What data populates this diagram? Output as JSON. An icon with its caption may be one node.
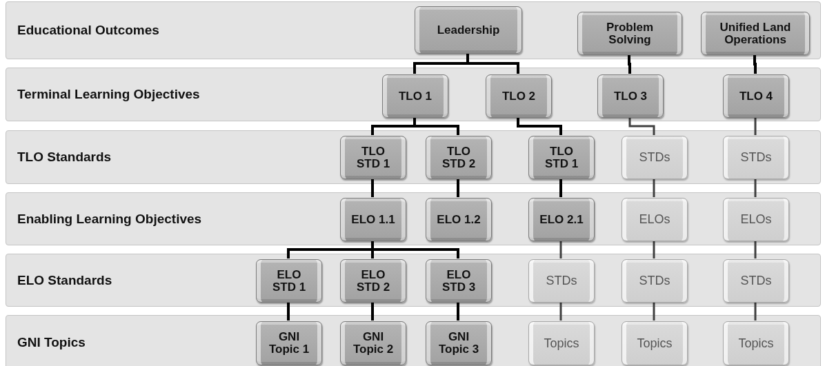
{
  "diagram": {
    "nodes": [
      {
        "text": [
          "Educational Outcomes"
        ]
      },
      {
        "text": [
          "Leadership"
        ],
        "in": 0
      },
      {
        "text": [
          "Problem Solving"
        ],
        "in": 0
      },
      {
        "text": [
          "Unified Land Operations"
        ],
        "in": 0
      },
      {
        "text": [
          "Terminal Learning Objectives"
        ]
      },
      {
        "text": [
          "TLO 1"
        ],
        "in": 4
      },
      {
        "text": [
          "TLO 2"
        ],
        "in": 4
      },
      {
        "text": [
          "TLO 3"
        ],
        "in": 4
      },
      {
        "text": [
          "TLO 4"
        ],
        "in": 4
      },
      {
        "text": [
          "TLO Standards"
        ]
      },
      {
        "text": [
          "TLO STD 1"
        ],
        "in": 9
      },
      {
        "text": [
          "TLO STD 2"
        ],
        "in": 9
      },
      {
        "text": [
          "TLO STD 1"
        ],
        "in": 9
      },
      {
        "text": [
          "STDs"
        ],
        "in": 9
      },
      {
        "text": [
          "STDs"
        ],
        "in": 9
      },
      {
        "text": [
          "Enabling Learning Objectives"
        ]
      },
      {
        "text": [
          "ELO 1.1"
        ],
        "in": 15
      },
      {
        "text": [
          "ELO 1.2"
        ],
        "in": 15
      },
      {
        "text": [
          "ELO 2.1"
        ],
        "in": 15
      },
      {
        "text": [
          "ELOs"
        ],
        "in": 15
      },
      {
        "text": [
          "ELOs"
        ],
        "in": 15
      },
      {
        "text": [
          "ELO Standards"
        ]
      },
      {
        "text": [
          "ELO STD 1"
        ],
        "in": 21
      },
      {
        "text": [
          "ELO STD 2"
        ],
        "in": 21
      },
      {
        "text": [
          "ELO STD 3"
        ],
        "in": 21
      },
      {
        "text": [
          "STDs"
        ],
        "in": 21
      },
      {
        "text": [
          "STDs"
        ],
        "in": 21
      },
      {
        "text": [
          "STDs"
        ],
        "in": 21
      },
      {
        "text": [
          "GNI Topics"
        ]
      },
      {
        "text": [
          "GNI Topic 1"
        ],
        "in": 28
      },
      {
        "text": [
          "GNI Topic 2"
        ],
        "in": 28
      },
      {
        "text": [
          "GNI Topic 3"
        ],
        "in": 28
      },
      {
        "text": [
          "Topics"
        ],
        "in": 28
      },
      {
        "text": [
          "Topics"
        ],
        "in": 28
      },
      {
        "text": [
          "Topics"
        ],
        "in": 28
      }
    ],
    "edges": [
      {
        "from": 1,
        "to": 5,
        "arrow": "none"
      },
      {
        "from": 1,
        "to": 6,
        "arrow": "none"
      },
      {
        "from": 2,
        "to": 7,
        "arrow": "none"
      },
      {
        "from": 3,
        "to": 8,
        "arrow": "none"
      },
      {
        "from": 5,
        "to": 10,
        "arrow": "none"
      },
      {
        "from": 5,
        "to": 11,
        "arrow": "none"
      },
      {
        "from": 6,
        "to": 12,
        "arrow": "none"
      },
      {
        "from": 7,
        "to": 13,
        "arrow": "none",
        "color": "#404040"
      },
      {
        "from": 8,
        "to": 14,
        "arrow": "none",
        "color": "#404040"
      },
      {
        "from": 10,
        "to": 16,
        "arrow": "none"
      },
      {
        "from": 11,
        "to": 17,
        "arrow": "none"
      },
      {
        "from": 12,
        "to": 18,
        "arrow": "none"
      },
      {
        "from": 13,
        "to": 19,
        "arrow": "none",
        "color": "#404040"
      },
      {
        "from": 14,
        "to": 20,
        "arrow": "none",
        "color": "#404040"
      },
      {
        "from": 16,
        "to": 22,
        "arrow": "none"
      },
      {
        "from": 16,
        "to": 23,
        "arrow": "none"
      },
      {
        "from": 16,
        "to": 24,
        "arrow": "none"
      },
      {
        "from": 18,
        "to": 25,
        "arrow": "none",
        "color": "#404040"
      },
      {
        "from": 19,
        "to": 26,
        "arrow": "none",
        "color": "#404040"
      },
      {
        "from": 20,
        "to": 27,
        "arrow": "none",
        "color": "#404040"
      },
      {
        "from": 22,
        "to": 29,
        "arrow": "none"
      },
      {
        "from": 23,
        "to": 30,
        "arrow": "none"
      },
      {
        "from": 24,
        "to": 31,
        "arrow": "none"
      },
      {
        "from": 25,
        "to": 32,
        "arrow": "none",
        "color": "#404040"
      },
      {
        "from": 26,
        "to": 33,
        "arrow": "none",
        "color": "#404040"
      },
      {
        "from": 27,
        "to": 34,
        "arrow": "none",
        "color": "#404040"
      }
    ]
  }
}
